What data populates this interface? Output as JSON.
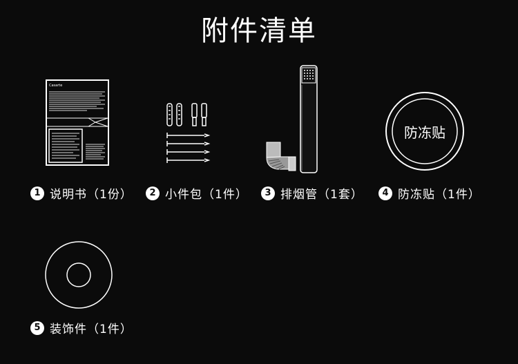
{
  "page": {
    "title": "附件清单"
  },
  "items": [
    {
      "number": "1",
      "name": "说明书",
      "qty": "（1份）",
      "icon": "manual-icon",
      "brand": "Casarte"
    },
    {
      "number": "2",
      "name": "小件包",
      "qty": "（1件）",
      "icon": "screw-pack-icon"
    },
    {
      "number": "3",
      "name": "排烟管",
      "qty": "（1套）",
      "icon": "exhaust-pipe-icon"
    },
    {
      "number": "4",
      "name": "防冻贴",
      "qty": "（1件）",
      "icon": "antifreeze-sticker-icon",
      "sticker_text": "防冻贴"
    },
    {
      "number": "5",
      "name": "装饰件",
      "qty": "（1件）",
      "icon": "decorative-ring-icon"
    }
  ],
  "colors": {
    "background": "#0b0b0b",
    "foreground": "#ffffff"
  }
}
